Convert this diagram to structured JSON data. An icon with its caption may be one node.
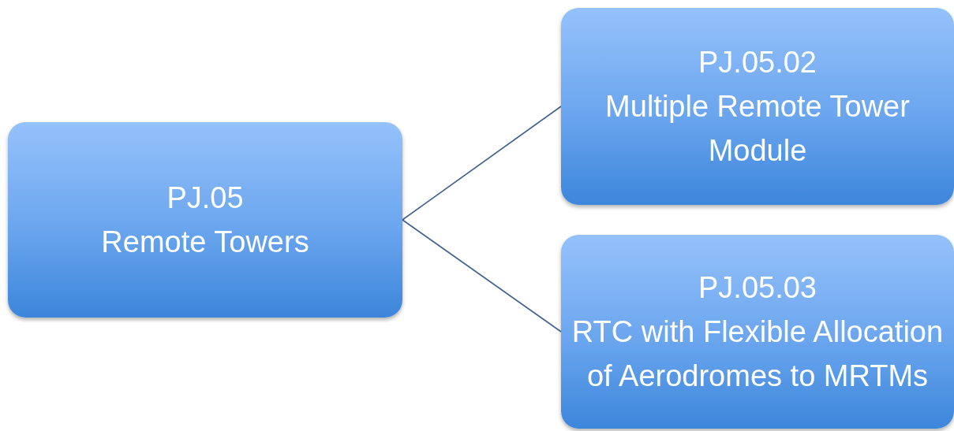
{
  "diagram": {
    "nodes": [
      {
        "text": [
          "PJ.05",
          "Remote Towers"
        ]
      },
      {
        "text": [
          "PJ.05.02",
          "Multiple Remote Tower Module"
        ]
      },
      {
        "text": [
          "PJ.05.03",
          "RTC with Flexible Allocation of Aerodromes to MRTMs"
        ]
      }
    ],
    "edges": [
      {
        "from": 0,
        "to": 1,
        "arrow": "none"
      },
      {
        "from": 0,
        "to": 2,
        "arrow": "none"
      }
    ]
  }
}
